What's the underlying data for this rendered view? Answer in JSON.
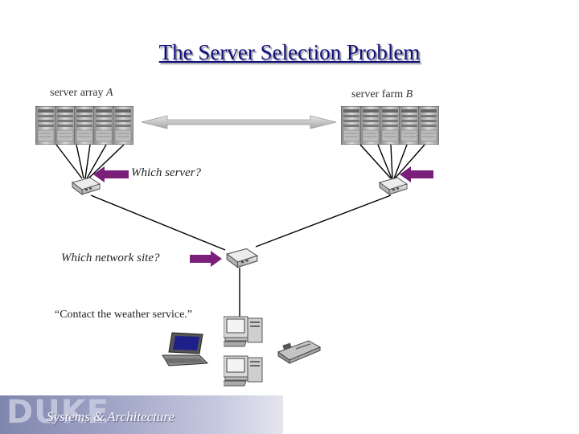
{
  "title": "The Server Selection Problem",
  "server_array_label": {
    "prefix": "server array ",
    "name": "A"
  },
  "server_farm_label": {
    "prefix": "server farm ",
    "name": "B"
  },
  "question_server": "Which server?",
  "question_site": "Which network site?",
  "request_quote": "“Contact the weather service.”",
  "footer": {
    "logo": "DUKE",
    "subtitle": "Systems & Architecture"
  },
  "colors": {
    "title": "#0d0d80",
    "pointer_arrow": "#7a1f7a",
    "link": "#000000",
    "footer": "#9ca1c3"
  },
  "icons": [
    "server-rack-icon",
    "network-switch-icon",
    "desktop-computer-icon",
    "laptop-icon",
    "fax-machine-icon"
  ]
}
